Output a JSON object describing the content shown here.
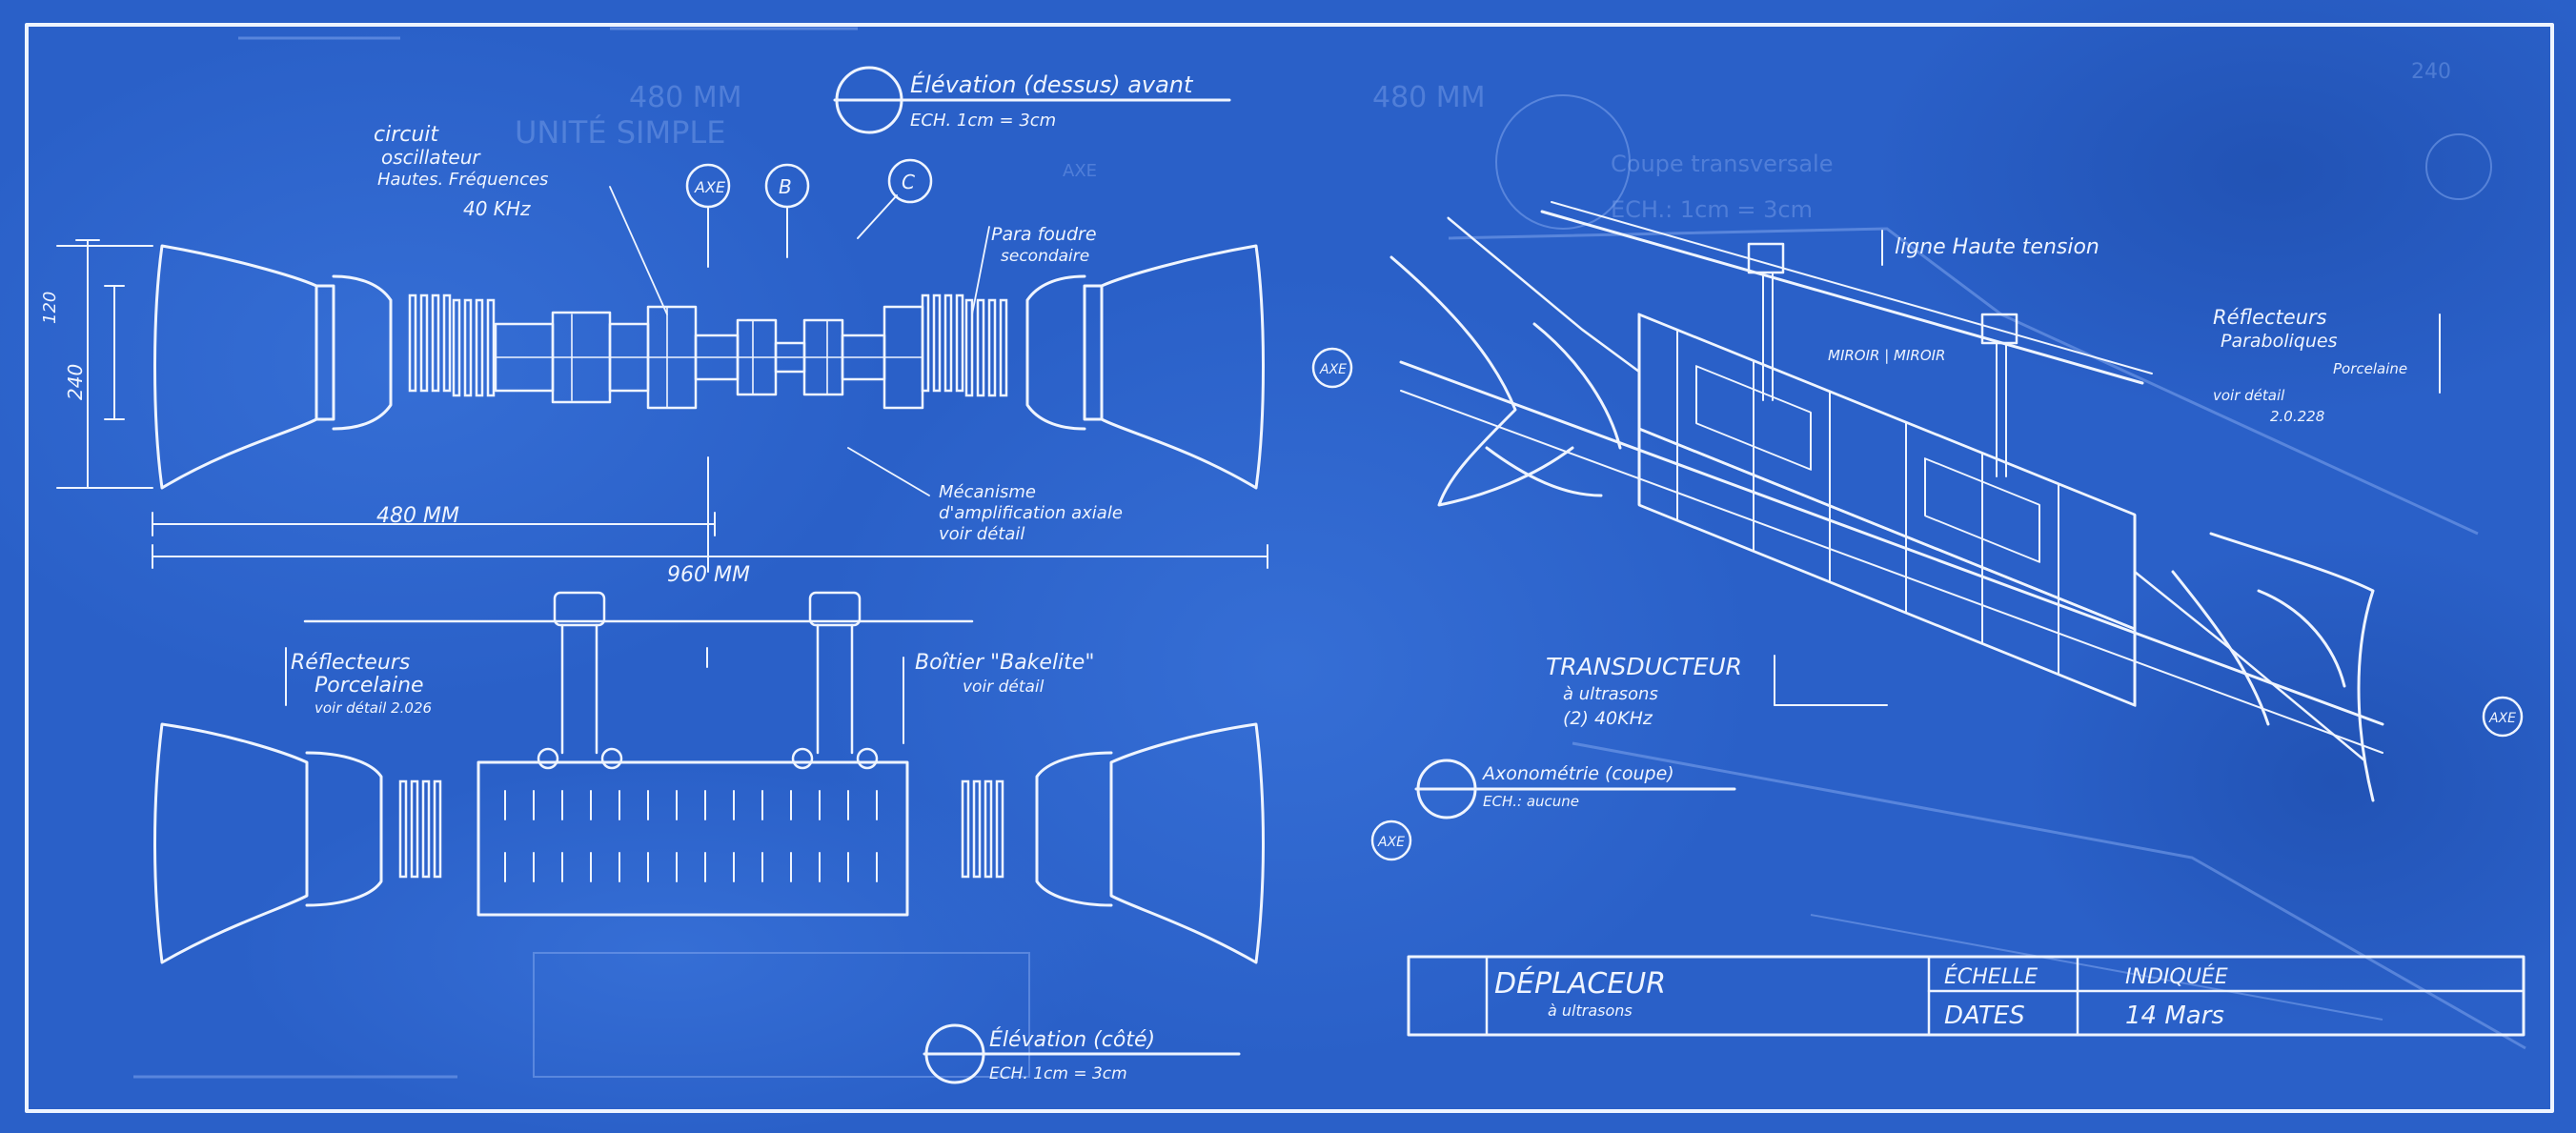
{
  "top_view": {
    "title": "Élévation (dessus) avant",
    "scale": "ECH. 1cm = 3cm",
    "axes": [
      "AXE",
      "B",
      "C"
    ],
    "dim_total": "960 MM",
    "dim_half": "480 MM",
    "dim_v_outer": "240",
    "dim_v_inner": "120",
    "oscillator_label": [
      "circuit",
      "oscillateur",
      "Hautes. Fréquences",
      "40 KHz"
    ],
    "lightning_label": [
      "Para foudre",
      "secondaire"
    ],
    "mechanism_label": [
      "Mécanisme",
      "d'amplification axiale",
      "voir détail"
    ]
  },
  "side_view": {
    "title": "Élévation (côté)",
    "scale": "ECH. 1cm = 3cm",
    "reflectors_label": [
      "Réflecteurs",
      "Porcelaine",
      "voir détail 2.026"
    ],
    "bakelite_label": [
      "Boîtier \"Bakelite\"",
      "voir détail"
    ]
  },
  "axon_view": {
    "title": "Axonométrie (coupe)",
    "scale": "ECH.: aucune",
    "hv_label": "ligne Haute tension",
    "mirror_label": "MIROIR | MIROIR",
    "parabolic_label": [
      "Réflecteurs",
      "Paraboliques",
      "Porcelaine",
      "voir détail",
      "2.0.228"
    ],
    "transducer_label": [
      "TRANSDUCTEUR",
      "à ultrasons",
      "(2)  40KHz"
    ]
  },
  "ghost_text": [
    "480 MM",
    "UNITÉ SIMPLE",
    "Coupe transversale",
    "ECH.: 1cm = 3cm",
    "240",
    "AXE"
  ],
  "title_block": {
    "name": "DÉPLACEUR",
    "subtitle": "à ultrasons",
    "scale_label": "ÉCHELLE",
    "scale_value": "INDIQUÉE",
    "date_label": "DATES",
    "date_value": "14 Mars"
  },
  "colors": {
    "paper": "#2a60c8",
    "ink": "#eef4ff",
    "ghost": "#7ea4ec"
  }
}
